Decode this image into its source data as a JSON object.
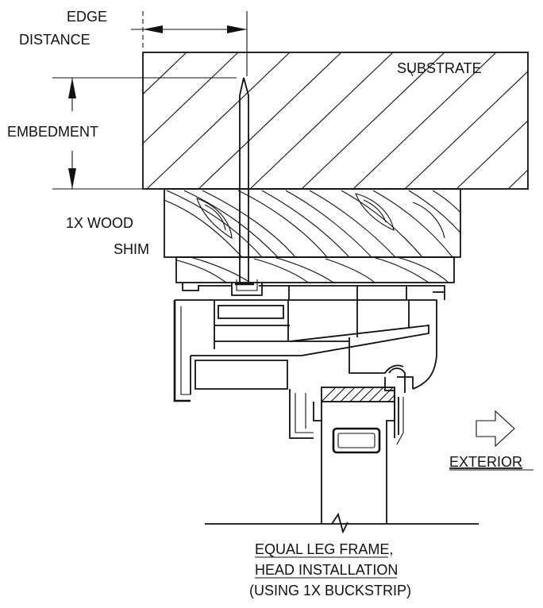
{
  "labels": {
    "edge_distance_line1": "EDGE",
    "edge_distance_line2": "DISTANCE",
    "substrate": "SUBSTRATE",
    "embedment": "EMBEDMENT",
    "wood": "1X WOOD",
    "shim": "SHIM",
    "exterior": "EXTERIOR",
    "caption_line1": "EQUAL LEG FRAME,",
    "caption_line2": "HEAD INSTALLATION",
    "caption_line3": "(USING 1X BUCKSTRIP)"
  },
  "colors": {
    "ink": "#111111",
    "paper": "#ffffff"
  },
  "icons": {
    "exterior_arrow": "arrow-right-outline-icon"
  }
}
